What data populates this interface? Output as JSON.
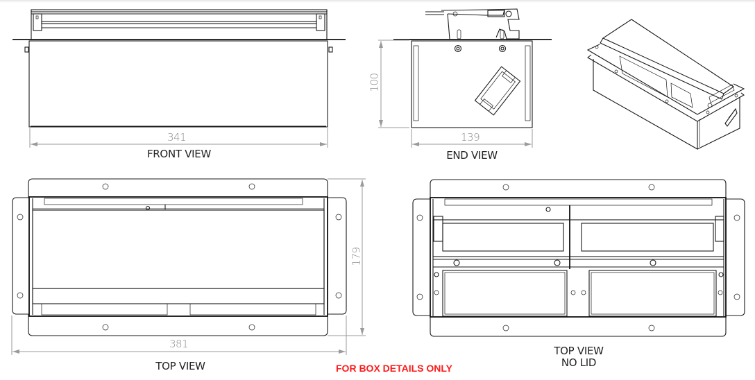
{
  "drawing": {
    "views": {
      "front": {
        "label": "FRONT VIEW",
        "dimension_width": "341"
      },
      "end": {
        "label": "END VIEW",
        "dimension_width": "139",
        "dimension_height": "100"
      },
      "isometric": {
        "label": ""
      },
      "top": {
        "label": "TOP VIEW",
        "dimension_width": "381",
        "dimension_height": "179"
      },
      "top_no_lid": {
        "label_line1": "TOP VIEW",
        "label_line2": "NO LID"
      }
    },
    "note": "FOR BOX DETAILS ONLY",
    "colors": {
      "line": "#1a1a1a",
      "dimension": "#9a9a9a",
      "note": "#ff1a1a"
    }
  }
}
